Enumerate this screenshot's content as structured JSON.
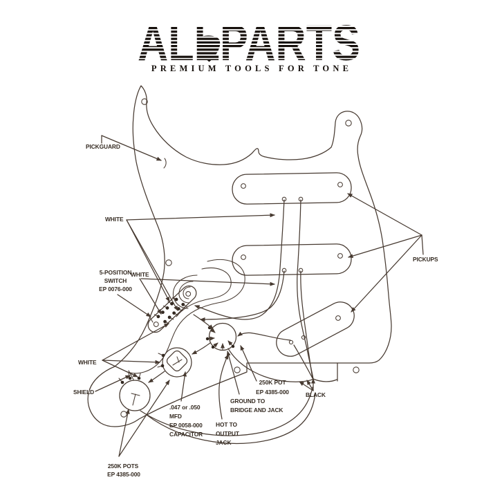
{
  "logo": {
    "brand": "ALLPARTS",
    "tagline": "PREMIUM TOOLS FOR TONE"
  },
  "colors": {
    "background": "#ffffff",
    "line": "#473a31",
    "logo_ink": "#16100c",
    "label_ink": "#352b22"
  },
  "diagram": {
    "labels": {
      "pickguard": "PICKGUARD",
      "white_top": "WHITE",
      "white_mid": "WHITE",
      "white_low": "WHITE",
      "shield": "SHIELD",
      "pickups": "PICKUPS",
      "switch": {
        "l1": "5-POSITION",
        "l2": "SWITCH",
        "l3": "EP 0076-000"
      },
      "volume_pot": {
        "l1": "250K POT",
        "l2": "EP 4385-000"
      },
      "black": "BLACK",
      "ground": {
        "l1": "GROUND TO",
        "l2": "BRIDGE AND JACK"
      },
      "hot": {
        "l1": "HOT TO",
        "l2": "OUTPUT",
        "l3": "JACK"
      },
      "capacitor": {
        "l1": ".047 or .050",
        "l2": "MFD",
        "l3": "EP 0058-000",
        "l4": "CAPACITOR"
      },
      "tone_pots": {
        "l1": "250K POTS",
        "l2": "EP 4385-000"
      }
    }
  }
}
